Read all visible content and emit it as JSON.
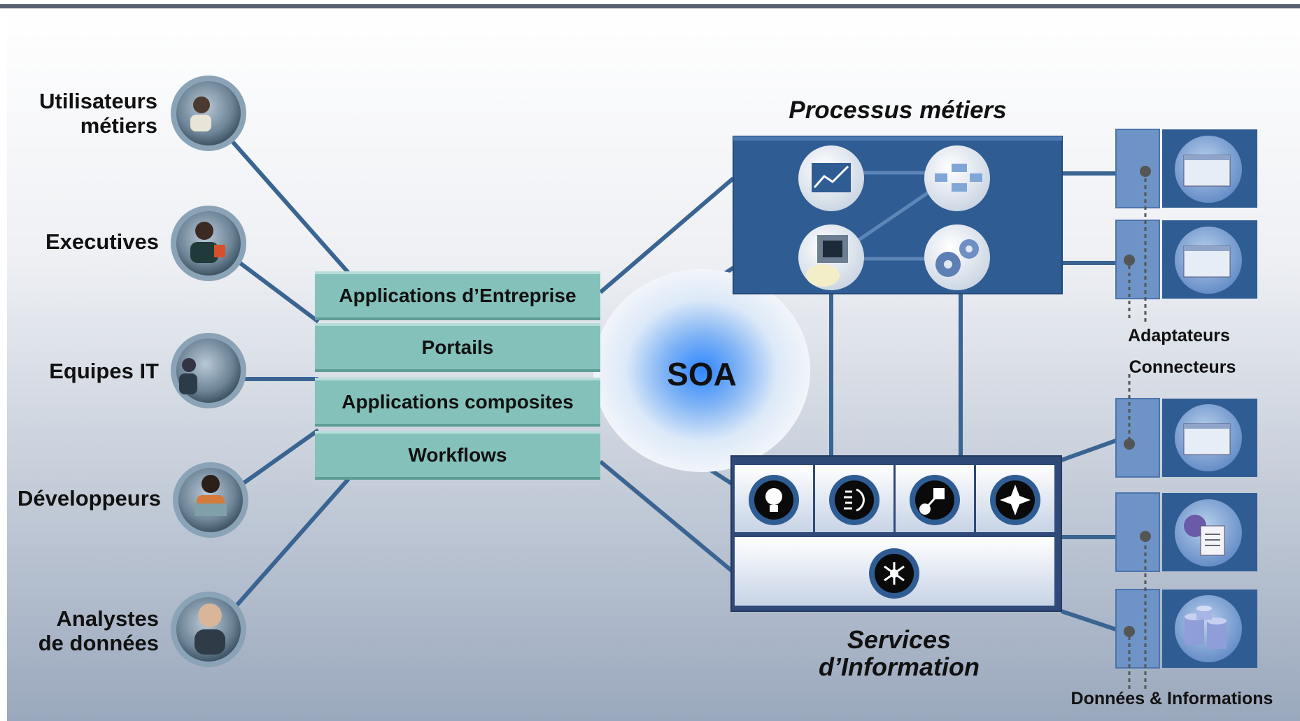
{
  "actors": [
    {
      "name": "business-users",
      "label_lines": [
        "Utilisateurs",
        "métiers"
      ],
      "icon": "people-meeting-photo"
    },
    {
      "name": "executives",
      "label_lines": [
        "Executives"
      ],
      "icon": "woman-with-notebook-photo"
    },
    {
      "name": "it-teams",
      "label_lines": [
        "Equipes IT"
      ],
      "icon": "man-on-phone-photo"
    },
    {
      "name": "developers",
      "label_lines": [
        "Développeurs"
      ],
      "icon": "developer-laptop-photo"
    },
    {
      "name": "data-analysts",
      "label_lines": [
        "Analystes",
        "de données"
      ],
      "icon": "analyst-portrait-photo"
    }
  ],
  "stack": {
    "layers": [
      "Applications d’Entreprise",
      "Portails",
      "Applications composites",
      "Workflows"
    ]
  },
  "center": {
    "label": "SOA"
  },
  "business_processes": {
    "title": "Processus métiers",
    "icons": [
      "trend-chart-icon",
      "flow-diagram-icon",
      "person-monitor-icon",
      "gears-icon"
    ]
  },
  "information_services": {
    "title_lines": [
      "Services",
      "d’Information"
    ],
    "icons": [
      "lightbulb-icon",
      "transform-icon",
      "cube-link-icon",
      "compass-icon",
      "network-hub-icon"
    ]
  },
  "right_side": {
    "adapters_label": "Adaptateurs",
    "connectors_label": "Connecteurs",
    "data_label": "Données & Informations",
    "endpoints": [
      "application-window-icon",
      "application-window-icon",
      "application-window-icon",
      "gear-document-icon",
      "database-cylinders-icon"
    ]
  },
  "colors": {
    "navy": "#2f5d93",
    "line": "#3a6491",
    "teal": "#84c1ba",
    "soa_glow": "#2f86ff"
  }
}
